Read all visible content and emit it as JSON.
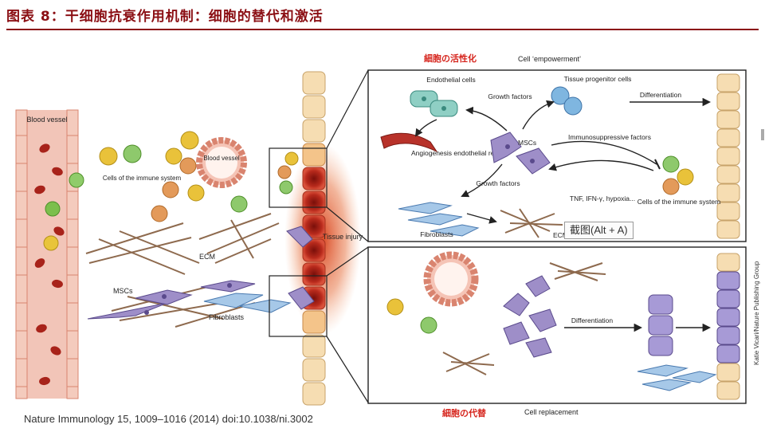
{
  "figure_title": "图表 8：干细胞抗衰作用机制：细胞的替代和激活",
  "citation": "Nature Immunology 15, 1009–1016 (2014) doi:10.1038/ni.3002",
  "credit": "Katie Vicari/Nature Publishing Group",
  "screenshot_hint": "截图(Alt + A)",
  "left_panel": {
    "blood_vessel": "Blood vessel",
    "blood_vessel_2": "Blood vessel",
    "immune_cells": "Cells of the immune system",
    "ecm": "ECM",
    "mscs": "MSCs",
    "fibroblasts": "Fibroblasts",
    "tissue_injury": "Tissue injury"
  },
  "top_panel": {
    "heading_cn": "細胞の活性化",
    "heading_en": "Cell ‘empowerment’",
    "endothelial": "Endothelial cells",
    "growth_factors": "Growth factors",
    "tissue_progenitor": "Tissue progenitor cells",
    "differentiation": "Differentiation",
    "angiogenesis": "Angiogenesis endothelial repair",
    "mscs": "MSCs",
    "immunosuppressive": "Immunosuppressive factors",
    "growth_factors_2": "Growth factors",
    "tnf": "TNF, IFN-γ, hypoxia...",
    "immune_cells": "Cells of the immune system",
    "fibroblasts": "Fibroblasts",
    "ecm": "ECM"
  },
  "bottom_panel": {
    "heading_cn": "細胞の代替",
    "heading_en": "Cell replacement",
    "differentiation": "Differentiation"
  }
}
